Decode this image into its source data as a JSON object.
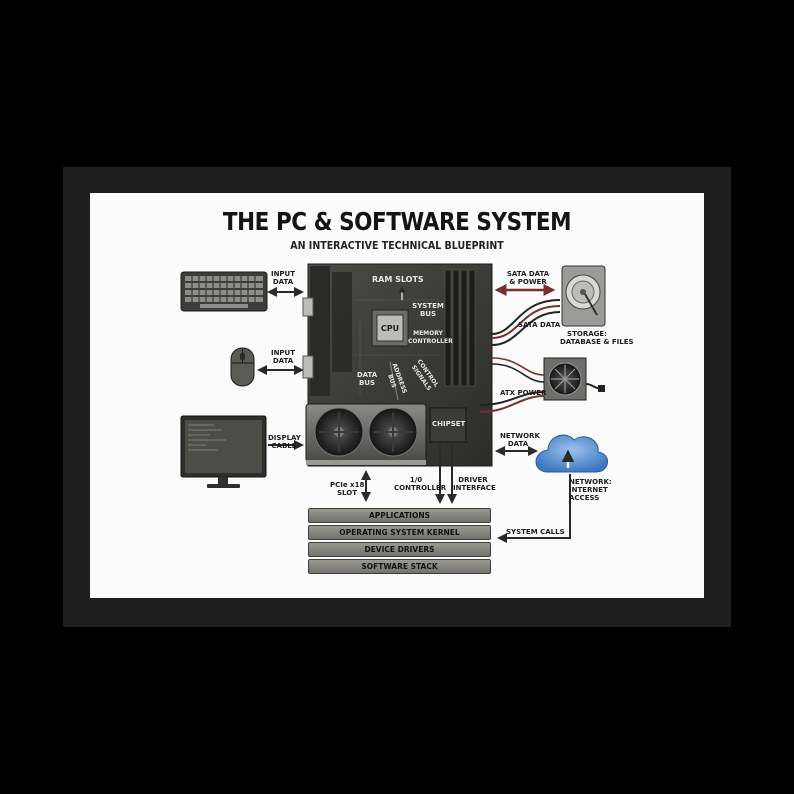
{
  "title": "THE PC & SOFTWARE SYSTEM",
  "subtitle": "AN INTERACTIVE TECHNICAL BLUEPRINT",
  "board_labels": {
    "ram_slots": "RAM SLOTS",
    "cpu": "CPU",
    "system_bus": [
      "SYSTEM",
      "BUS"
    ],
    "memory_controller": [
      "MEMORY",
      "CONTROLLER"
    ],
    "data_bus": [
      "DATA",
      "BUS"
    ],
    "address_bus": [
      "ADDRESS",
      "BUS"
    ],
    "control_signals": [
      "CONTROL",
      "SIGNALS"
    ],
    "chipset": "CHIPSET"
  },
  "io_labels": {
    "keyboard_input": [
      "INPUT",
      "DATA"
    ],
    "mouse_input": [
      "INPUT",
      "DATA"
    ],
    "display_cable": [
      "DISPLAY",
      "CABLE"
    ],
    "sata_data_power": [
      "SATA DATA",
      "& POWER"
    ],
    "sata_data": "SATA DATA",
    "storage": [
      "STORAGE:",
      "DATABASE & FILES"
    ],
    "atx_power": "ATX POWER",
    "network_data": [
      "NETWORK",
      "DATA"
    ],
    "network_internet": [
      "NETWORK:",
      "INTERNET",
      "ACCESS"
    ],
    "pcie_slot": [
      "PCIe x18",
      "SLOT"
    ],
    "io_controller": [
      "1/0",
      "CONTROLLER"
    ],
    "driver_interface": [
      "DRIVER",
      "INTERFACE"
    ],
    "system_calls": "SYSTEM CALLS"
  },
  "software_stack": [
    "APPLICATIONS",
    "OPERATING SYSTEM KERNEL",
    "DEVICE DRIVERS",
    "SOFTWARE STACK"
  ],
  "colors": {
    "board": "#3a3b37",
    "arrow": "#2a2a2a",
    "sata_cable": "#7a2f2f",
    "cloud": "#4f86c9",
    "stack_bar": "#8a8a82"
  },
  "icons": [
    "keyboard-icon",
    "mouse-icon",
    "monitor-icon",
    "hard-drive-icon",
    "power-supply-icon",
    "cloud-icon",
    "motherboard-icon",
    "graphics-card-icon"
  ]
}
